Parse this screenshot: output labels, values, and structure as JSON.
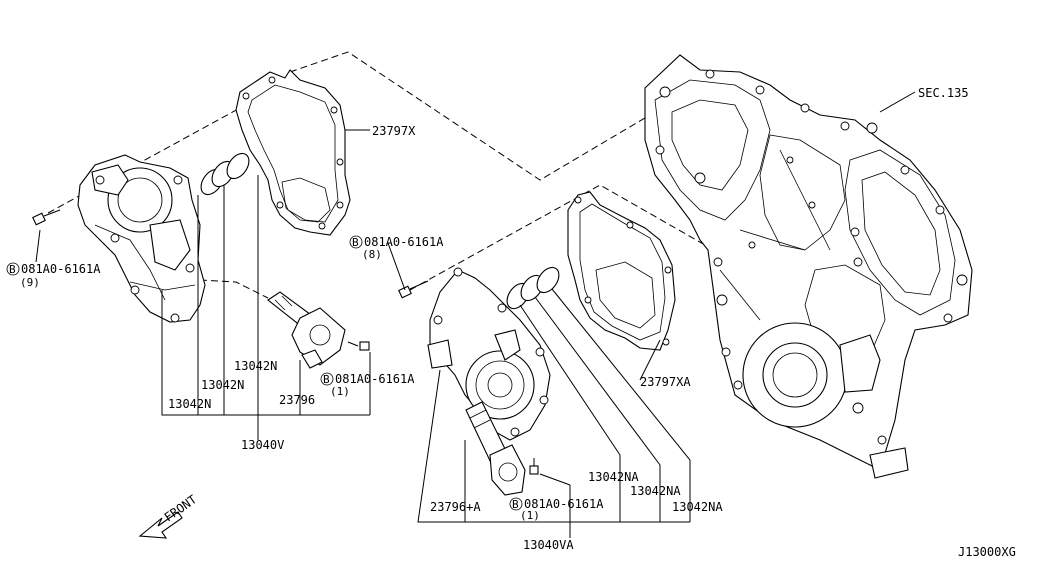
{
  "labels": {
    "sec135": "SEC.135",
    "gasket_left": "23797X",
    "gasket_right": "23797XA",
    "bolt_left": "081A0-6161A",
    "bolt_left_qty": "(9)",
    "bolt_mid": "081A0-6161A",
    "bolt_mid_qty": "(8)",
    "bolt_sol_left": "081A0-6161A",
    "bolt_sol_left_qty": "(1)",
    "bolt_sol_right": "081A0-6161A",
    "bolt_sol_right_qty": "(1)",
    "bolt_marker": "B",
    "oring_l1": "13042N",
    "oring_l2": "13042N",
    "oring_l3": "13042N",
    "oring_r1": "13042NA",
    "oring_r2": "13042NA",
    "oring_r3": "13042NA",
    "solenoid_left": "23796",
    "solenoid_right": "23796+A",
    "assy_left": "13040V",
    "assy_right": "13040VA",
    "front": "FRONT",
    "drawing_code": "J13000XG"
  }
}
